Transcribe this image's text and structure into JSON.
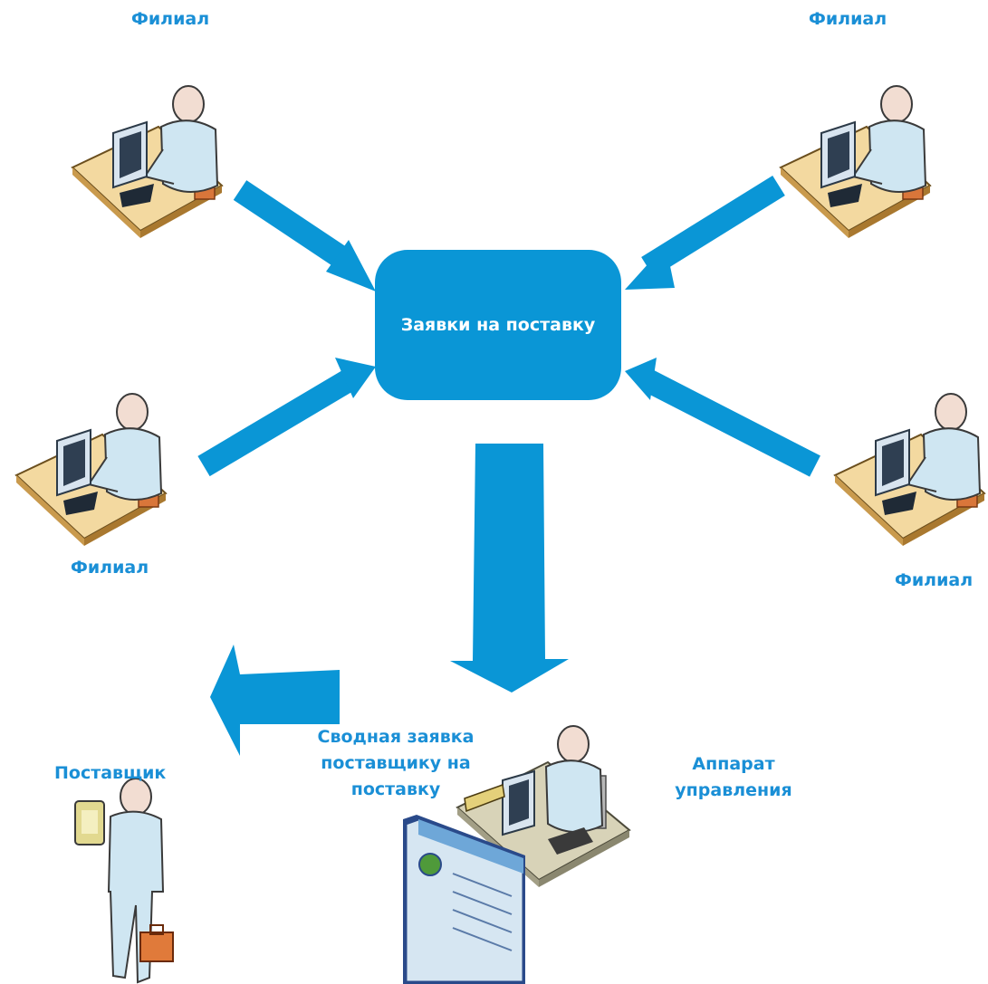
{
  "hub": {
    "label": "Заявки на поставку"
  },
  "branches": [
    {
      "label": "Филиал"
    },
    {
      "label": "Филиал"
    },
    {
      "label": "Филиал"
    },
    {
      "label": "Филиал"
    }
  ],
  "management": {
    "doc_label": [
      "Сводная заявка",
      "поставщику на",
      "поставку"
    ],
    "label": [
      "Аппарат",
      "управления"
    ]
  },
  "supplier": {
    "label": "Поставщик"
  },
  "colors": {
    "arrow": "#0a96d6",
    "label": "#1a8fd6"
  }
}
